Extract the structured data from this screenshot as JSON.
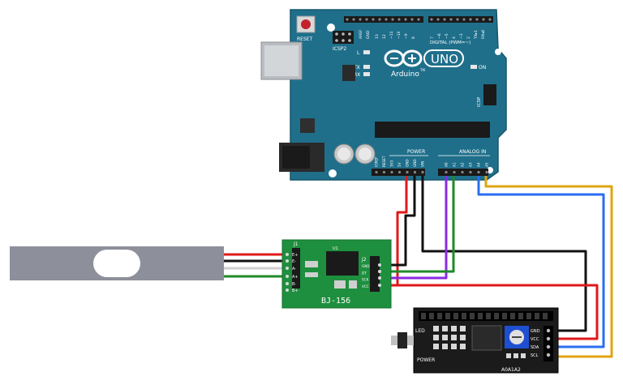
{
  "arduino": {
    "reset_label": "RESET",
    "icsp2_label": "ICSP2",
    "icsp_label": "ICSP",
    "aref_label": "AREF",
    "gnd_label": "GND",
    "digital_header": [
      "13",
      "12",
      "~11",
      "~10",
      "~9",
      "8"
    ],
    "digital_header2": [
      "7",
      "~6",
      "~5",
      "4",
      "~3",
      "2",
      "TX▸1",
      "RX◂0"
    ],
    "digital_label": "DIGITAL (PWM=~)",
    "l_label": "L",
    "tx_label": "TX",
    "rx_label": "RX",
    "on_label": "ON",
    "logo_text": "UNO",
    "brand_text": "Arduino",
    "tm_text": "TM",
    "power_label": "POWER",
    "analog_label": "ANALOG IN",
    "power_pins": [
      "IOREF",
      "RESET",
      "3V3",
      "5V",
      "GND",
      "GND",
      "VIN"
    ],
    "analog_pins": [
      "A0",
      "A1",
      "A2",
      "A3",
      "A4",
      "A5"
    ]
  },
  "hx711": {
    "board_label": "BJ-156",
    "j1_label": "J1",
    "j2_label": "J2",
    "e_plus": "E+",
    "e_minus": "E-",
    "a_minus": "A-",
    "a_plus": "A+",
    "b_minus": "B-",
    "b_plus": "B+",
    "right_pins": [
      "GND",
      "DT",
      "SCK",
      "VCC"
    ],
    "u1_label": "U1"
  },
  "lcd_i2c": {
    "led_label": "LED",
    "power_label": "POWER",
    "pins": [
      "GND",
      "VCC",
      "SDA",
      "SCL"
    ],
    "addr_label": "A0A1A2"
  },
  "colors": {
    "arduino_blue": "#1f6f8b",
    "wire_red": "#e0191a",
    "wire_black": "#111111",
    "wire_green": "#1f8a2a",
    "wire_purple": "#8a2be2",
    "wire_white": "#f2f2f2",
    "wire_blue": "#2a6ef0",
    "wire_orange": "#e0a410",
    "hx711_green": "#1e8f3e",
    "loadcell_gray": "#8d8f9a"
  }
}
